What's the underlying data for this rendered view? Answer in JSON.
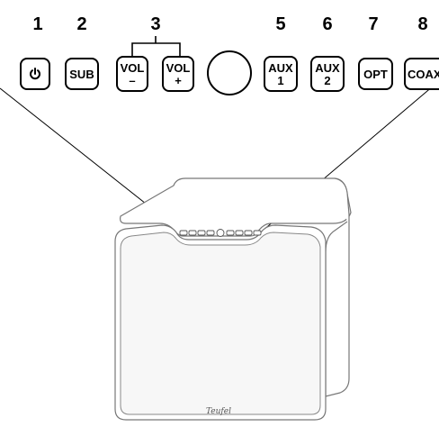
{
  "callouts": [
    {
      "number": "1",
      "label": ""
    },
    {
      "number": "2",
      "label": "SUB"
    },
    {
      "number": "3",
      "label_a_top": "VOL",
      "label_a_bottom": "–",
      "label_b_top": "VOL",
      "label_b_bottom": "+"
    },
    {
      "number": "5",
      "label_top": "AUX",
      "label_bottom": "1"
    },
    {
      "number": "6",
      "label_top": "AUX",
      "label_bottom": "2"
    },
    {
      "number": "7",
      "label": "OPT"
    },
    {
      "number": "8",
      "label": "COAX"
    }
  ],
  "icons": {
    "power": "power-icon",
    "knob": "volume-knob"
  },
  "brand": "Teufel",
  "colors": {
    "line": "#000000",
    "device_outline": "#777777",
    "front_panel": "#f7f7f7"
  }
}
